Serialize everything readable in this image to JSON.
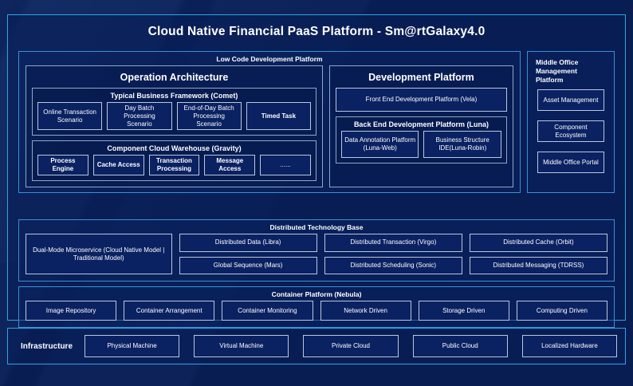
{
  "title": "Cloud Native Financial PaaS Platform - Sm@rtGalaxy4.0",
  "colors": {
    "background": "#081d52",
    "frame_border": "#2aa6e6",
    "panel_border": "#3b8fd6",
    "box_border": "#b9c8dd",
    "box_fill": "#0a2162",
    "text": "#ffffff"
  },
  "low_code": {
    "title": "Low Code Development Platform",
    "operation_architecture": {
      "title": "Operation Architecture",
      "groups": [
        {
          "title": "Typical Business Framework (Comet)",
          "items": [
            "Online Transaction Scenario",
            "Day Batch Processing Scenario",
            "End-of-Day Batch Processing Scenario",
            "Timed Task"
          ]
        },
        {
          "title": "Component Cloud Warehouse (Gravity)",
          "items": [
            "Process Engine",
            "Cache Access",
            "Transaction Processing",
            "Message Access",
            "......"
          ]
        }
      ]
    },
    "development_platform": {
      "title": "Development Platform",
      "front_end": "Front End Development Platform (Vela)",
      "back_end": {
        "title": "Back End Development Platform (Luna)",
        "items": [
          "Data Annotation Platform (Luna-Web)",
          "Business Structure IDE(Luna-Robin)"
        ]
      }
    }
  },
  "middle_office": {
    "title": "Middle Office Management Platform",
    "items": [
      "Asset Management",
      "Component Ecosystem",
      "Middle Office Portal"
    ]
  },
  "distributed_technology_base": {
    "title": "Distributed Technology Base",
    "wide_item": "Dual-Mode Microservice (Cloud Native Model | Traditional Model)",
    "columns": [
      [
        "Distributed Data (Libra)",
        "Global Sequence (Mars)"
      ],
      [
        "Distributed Transaction (Virgo)",
        "Distributed Scheduling (Sonic)"
      ],
      [
        "Distributed Cache (Orbit)",
        "Distributed Messaging (TDRSS)"
      ]
    ]
  },
  "container_platform": {
    "title": "Container Platform (Nebula)",
    "items": [
      "Image Repository",
      "Container Arrangement",
      "Container Monitoring",
      "Network Driven",
      "Storage Driven",
      "Computing Driven"
    ]
  },
  "infrastructure": {
    "label": "Infrastructure",
    "items": [
      "Physical Machine",
      "Virtual Machine",
      "Private Cloud",
      "Public Cloud",
      "Localized Hardware"
    ]
  }
}
